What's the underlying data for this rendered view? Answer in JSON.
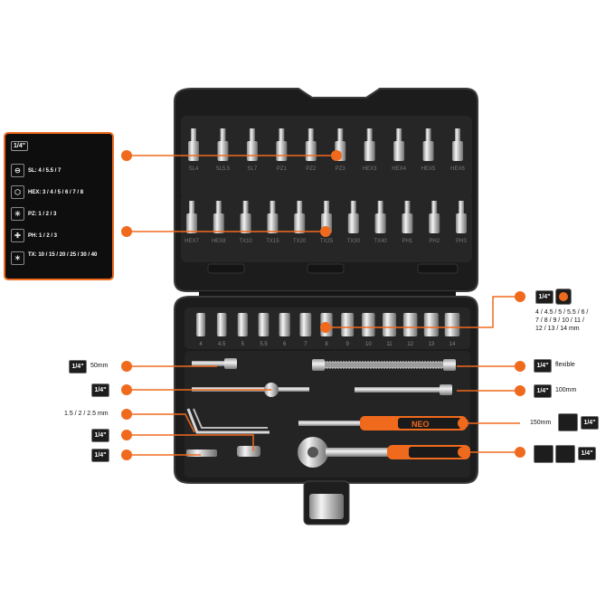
{
  "legend": {
    "drive": "1/4\"",
    "rows": [
      {
        "icon": "slotted-bit-icon",
        "text": "SL: 4 / 5.5 / 7"
      },
      {
        "icon": "hex-bit-icon",
        "text": "HEX: 3 / 4 / 5 / 6 / 7 / 8"
      },
      {
        "icon": "pozidriv-bit-icon",
        "text": "PZ: 1 / 2 / 3"
      },
      {
        "icon": "phillips-bit-icon",
        "text": "PH: 1 / 2 / 3"
      },
      {
        "icon": "torx-bit-icon",
        "text": "TX: 10 / 15 / 20 / 25 / 30 / 40"
      }
    ]
  },
  "bits_row1": [
    "SL4",
    "SL5.5",
    "SL7",
    "PZ1",
    "PZ2",
    "PZ3",
    "HEX3",
    "HEX4",
    "HEX5",
    "HEX6"
  ],
  "bits_row2": [
    "HEX7",
    "HEX8",
    "TX10",
    "TX15",
    "TX20",
    "TX25",
    "TX30",
    "TX40",
    "PH1",
    "PH2",
    "PH3"
  ],
  "sockets": [
    "4",
    "4.5",
    "5",
    "5.5",
    "6",
    "7",
    "8",
    "9",
    "10",
    "11",
    "12",
    "13",
    "14"
  ],
  "brand": "NEO",
  "callouts": {
    "sockets_drive": "1/4\"",
    "sockets_sizes_line1": "4 / 4.5 / 5 / 5.5 / 6 /",
    "sockets_sizes_line2": "7 / 8 / 9 / 10 / 11 /",
    "sockets_sizes_line3": "12 / 13 / 14 mm",
    "ext50_drive": "1/4\"",
    "ext50_len": "50mm",
    "tbar_drive": "1/4\"",
    "hexkeys": "1.5 / 2 / 2.5 mm",
    "ujoint_drive": "1/4\"",
    "adapter_drive": "1/4\"",
    "flex_drive": "1/4\"",
    "flex_text": "flexible",
    "ext100_drive": "1/4\"",
    "ext100_len": "100mm",
    "handle_len": "150mm",
    "handle_drive": "1/4\"",
    "ratchet_drive": "1/4\""
  },
  "colors": {
    "accent": "#f06a1e",
    "case": "#1c1c1c",
    "tray": "#2a2a2a"
  }
}
